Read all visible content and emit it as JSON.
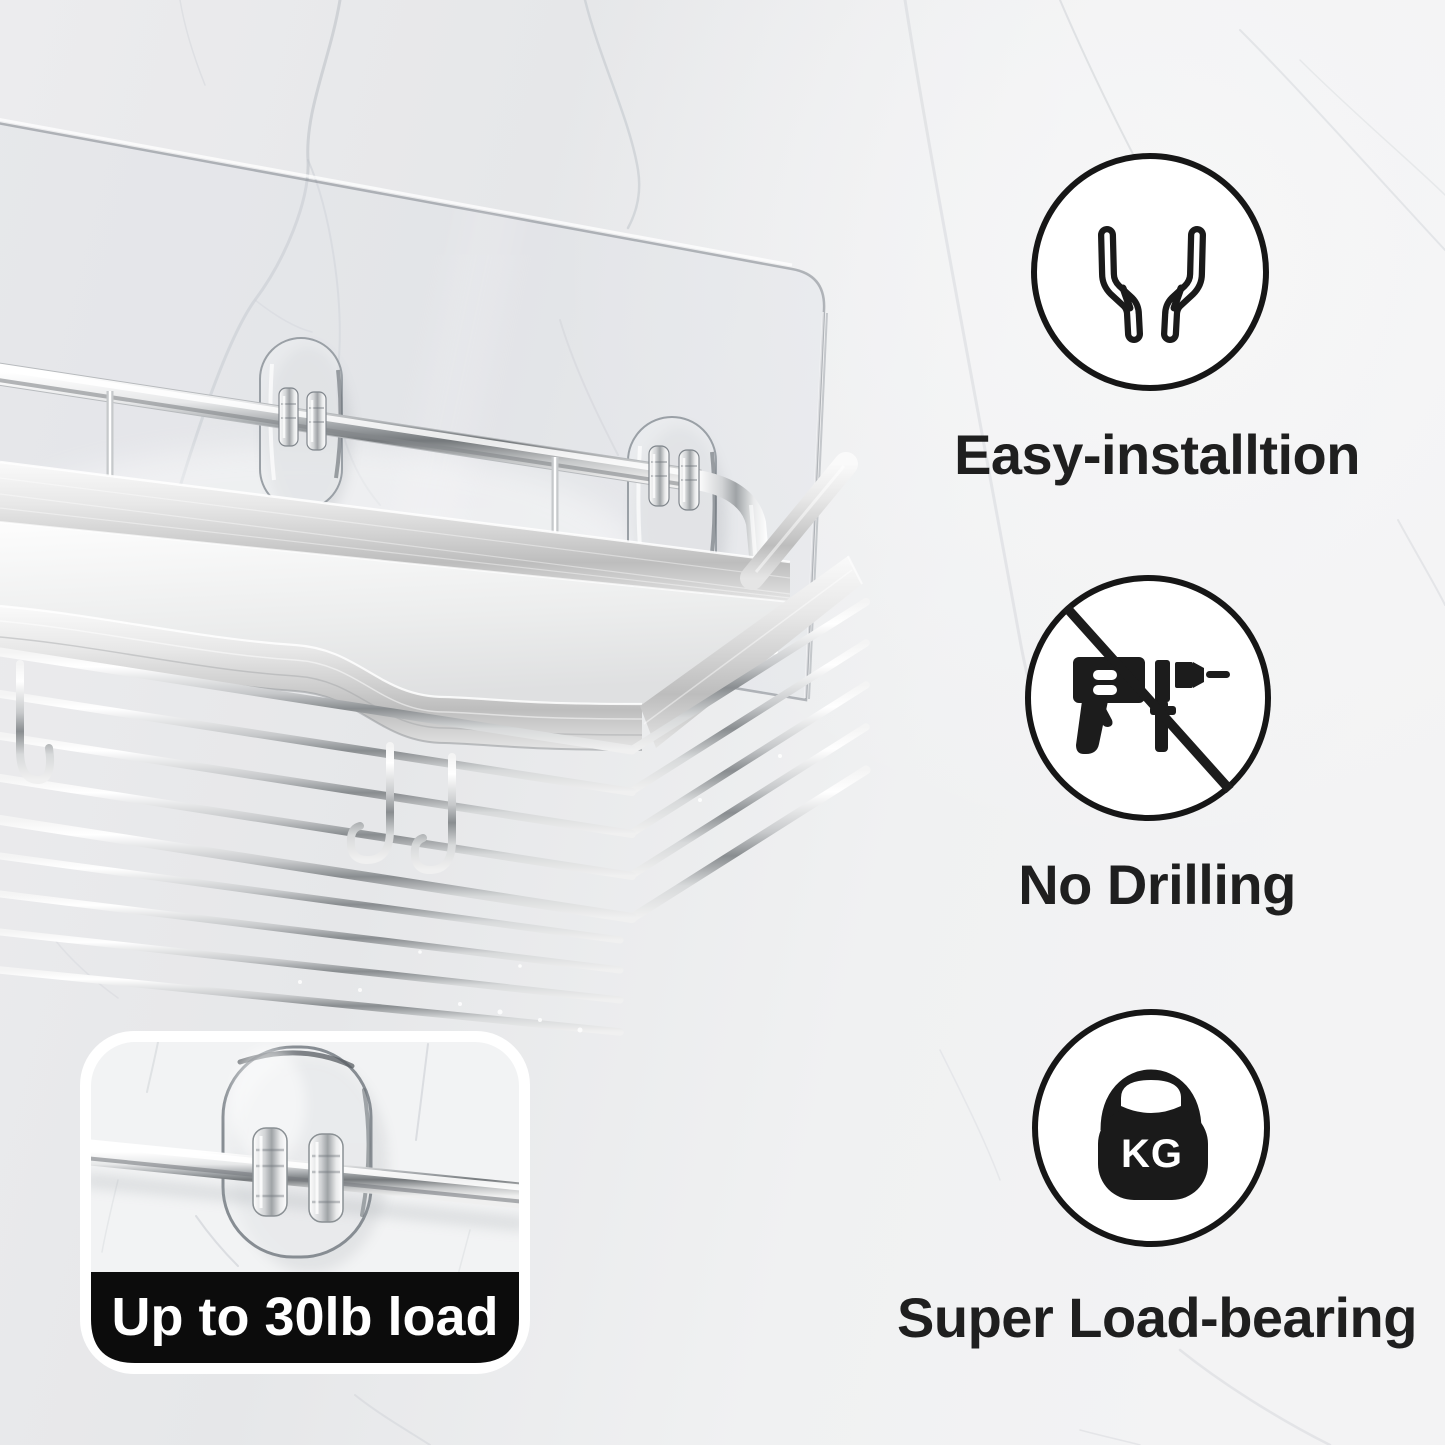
{
  "page": {
    "type": "product-feature-graphic"
  },
  "features": [
    {
      "label": "Easy-installtion",
      "icon": "open-hands-icon"
    },
    {
      "label": "No Drilling",
      "icon": "no-drill-icon"
    },
    {
      "label": "Super Load-bearing",
      "icon": "kettlebell-kg-icon",
      "icon_text": "KG"
    }
  ],
  "inset": {
    "caption": "Up to 30lb load",
    "caption_bg": "#0c0c0c",
    "caption_text_color": "#ffffff"
  },
  "colors": {
    "wall": "#ebecee",
    "label_text": "#1f1f1f",
    "icon_color": "#1a1a1a",
    "circle_fill": "#ffffff",
    "chrome_light": "#f4f4f4",
    "chrome_dark": "#83878b"
  }
}
